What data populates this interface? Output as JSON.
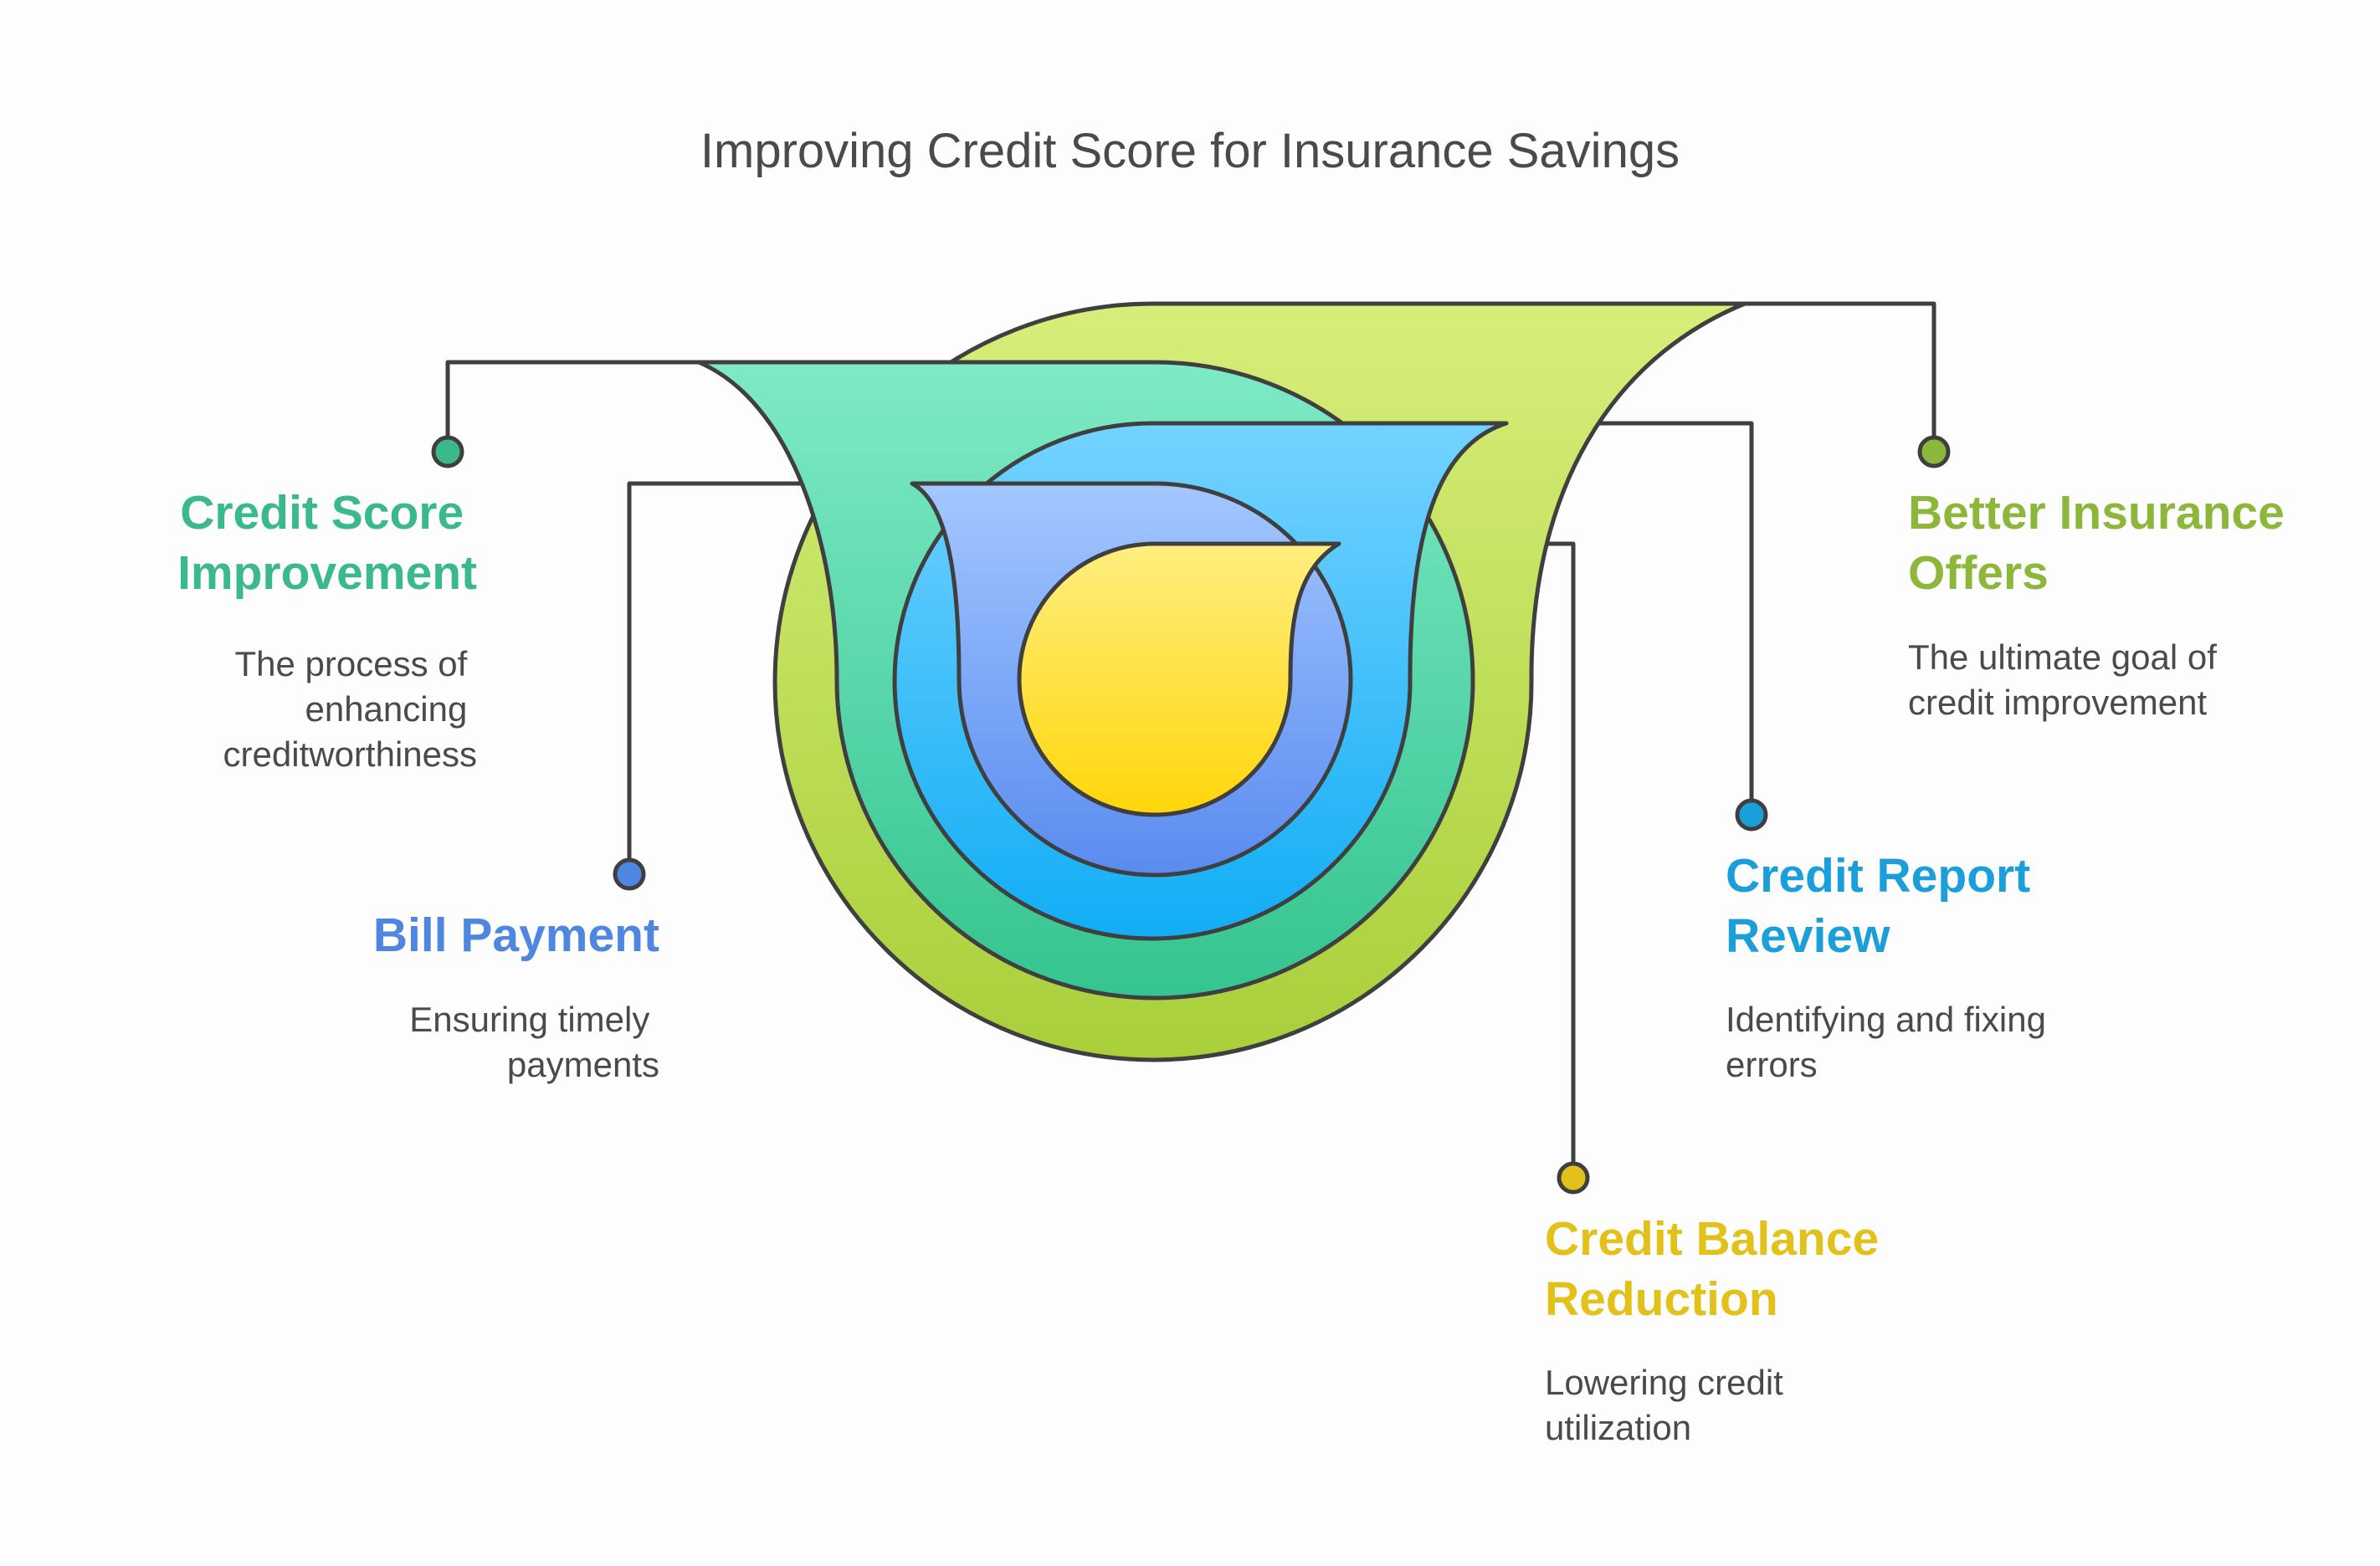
{
  "title": "Improving Credit Score for Insurance Savings",
  "items": [
    {
      "id": "better-insurance-offers",
      "heading_lines": [
        "Better Insurance",
        "Offers"
      ],
      "description_lines": [
        "The ultimate goal of",
        "credit improvement"
      ],
      "color": "#8db73a",
      "fill_light": "#d7ee7a",
      "fill_dark": "#a9cf3a"
    },
    {
      "id": "credit-score-improvement",
      "heading_lines": [
        "Credit Score",
        "Improvement"
      ],
      "description_lines": [
        "The process of",
        "enhancing",
        "creditworthiness"
      ],
      "color": "#3ab98a",
      "fill_light": "#7eeac6",
      "fill_dark": "#35c48f"
    },
    {
      "id": "credit-report-review",
      "heading_lines": [
        "Credit Report",
        "Review"
      ],
      "description_lines": [
        "Identifying and fixing",
        "errors"
      ],
      "color": "#1a9fda",
      "fill_light": "#74d3ff",
      "fill_dark": "#12adf5"
    },
    {
      "id": "bill-payment",
      "heading_lines": [
        "Bill Payment"
      ],
      "description_lines": [
        "Ensuring timely",
        "payments"
      ],
      "color": "#4f86e0",
      "fill_light": "#a3c7ff",
      "fill_dark": "#5a8bf0"
    },
    {
      "id": "credit-balance-reduction",
      "heading_lines": [
        "Credit Balance",
        "Reduction"
      ],
      "description_lines": [
        "Lowering credit",
        "utilization"
      ],
      "color": "#e2c21a",
      "fill_light": "#ffee80",
      "fill_dark": "#ffd60a"
    }
  ]
}
